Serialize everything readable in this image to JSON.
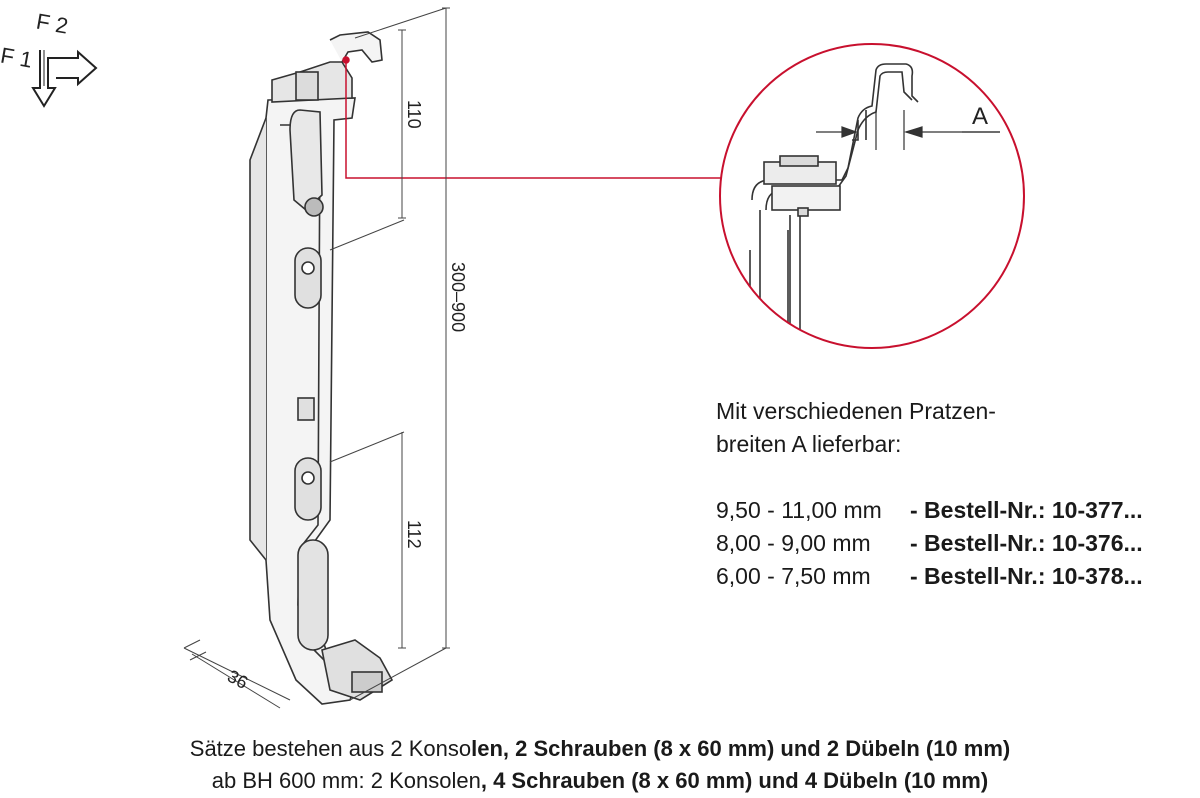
{
  "force_labels": {
    "f1": "F 1",
    "f2": "F 2"
  },
  "dimensions": {
    "d110": "110",
    "d300_900": "300–900",
    "d112": "112",
    "d36": "36"
  },
  "detail": {
    "label_a": "A"
  },
  "info": {
    "heading_line1": "Mit verschiedenen Pratzen-",
    "heading_line2": "breiten A lieferbar:",
    "rows": [
      {
        "range": "9,50 - 11,00 mm",
        "order": "- Bestell-Nr.: 10-377..."
      },
      {
        "range": "8,00 -   9,00 mm",
        "order": "- Bestell-Nr.: 10-376..."
      },
      {
        "range": "6,00 -   7,50 mm",
        "order": "- Bestell-Nr.: 10-378..."
      }
    ]
  },
  "footer": {
    "line1_a": "Sätze bestehen aus 2 Konso",
    "line1_b": "len, 2 Schrauben (8 x 60 mm) und 2 Dübeln (10 mm)",
    "line2_a": "ab BH 600 mm: 2 Konsolen",
    "line2_b": ", 4 Schrauben (8 x 60 mm) und 4 Dübeln (10 mm)"
  },
  "colors": {
    "accent_red": "#c8102e",
    "line": "#333333",
    "fill_gray": "#e6e6e6"
  }
}
